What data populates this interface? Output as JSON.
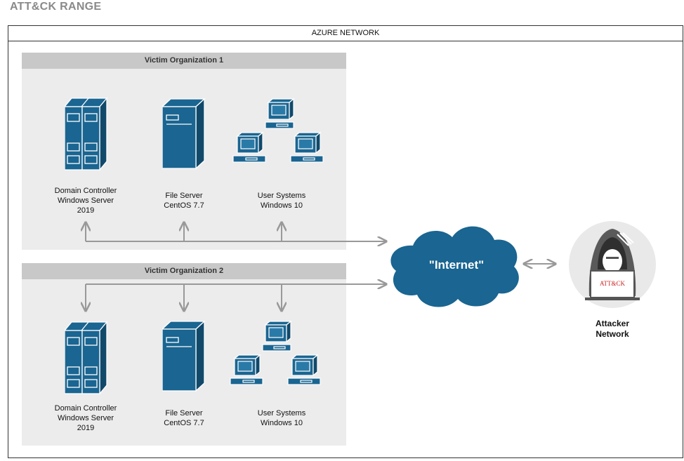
{
  "title": "ATT&CK RANGE",
  "network": {
    "label": "AZURE NETWORK"
  },
  "orgs": [
    {
      "name": "Victim Organization 1",
      "nodes": [
        {
          "label": "Domain Controller\nWindows Server\n2019",
          "icon": "server-rack-icon"
        },
        {
          "label": "File Server\nCentOS 7.7",
          "icon": "tower-server-icon"
        },
        {
          "label": "User Systems\nWindows 10",
          "icon": "workstations-icon"
        }
      ]
    },
    {
      "name": "Victim Organization 2",
      "nodes": [
        {
          "label": "Domain Controller\nWindows Server\n2019",
          "icon": "server-rack-icon"
        },
        {
          "label": "File Server\nCentOS 7.7",
          "icon": "tower-server-icon"
        },
        {
          "label": "User Systems\nWindows 10",
          "icon": "workstations-icon"
        }
      ]
    }
  ],
  "internet": {
    "label": "\"Internet\"",
    "icon": "cloud-icon"
  },
  "attacker": {
    "label": "Attacker\nNetwork",
    "badge": "ATT&CK",
    "icon": "hacker-icon"
  },
  "colors": {
    "icon_blue": "#1a6591",
    "org_bg": "#ececec",
    "org_header": "#c8c8c8",
    "connector": "#999999",
    "badge_red": "#cc2222"
  }
}
